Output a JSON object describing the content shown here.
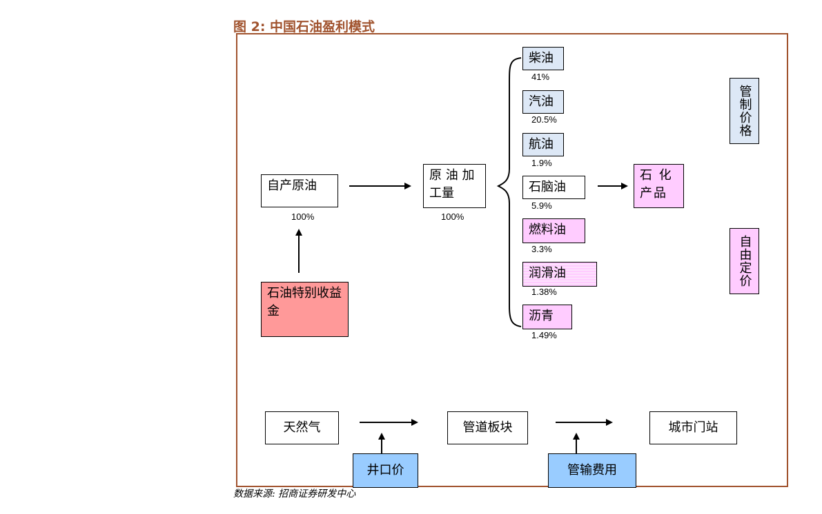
{
  "title": "图 2: 中国石油盈利模式",
  "source": "数据来源: 招商证券研发中心",
  "crude": {
    "own_production": "自产原油",
    "own_production_pct": "100%",
    "windfall_tax": "石油特别收益金",
    "processing": "原 油 加工量",
    "processing_pct": "100%"
  },
  "products": [
    {
      "label": "柴油",
      "pct": "41%"
    },
    {
      "label": "汽油",
      "pct": "20.5%"
    },
    {
      "label": "航油",
      "pct": "1.9%"
    },
    {
      "label": "石脑油",
      "pct": "5.9%"
    },
    {
      "label": "燃料油",
      "pct": "3.3%"
    },
    {
      "label": "润滑油",
      "pct": "1.38%"
    },
    {
      "label": "沥青",
      "pct": "1.49%"
    }
  ],
  "petrochem": "石 化 产品",
  "pricing": {
    "controlled": "管制价格",
    "free": "自由定价"
  },
  "gas": {
    "natural_gas": "天然气",
    "pipeline": "管道板块",
    "city_gate": "城市门站",
    "wellhead_price": "井口价",
    "transport_fee": "管输费用"
  },
  "colors": {
    "title": "#a0522d",
    "controlled_fill": "#dde8f6",
    "free_fill": "#ffccff",
    "windfall_fill": "#ff9999",
    "gas_fee_fill": "#99ccff"
  }
}
